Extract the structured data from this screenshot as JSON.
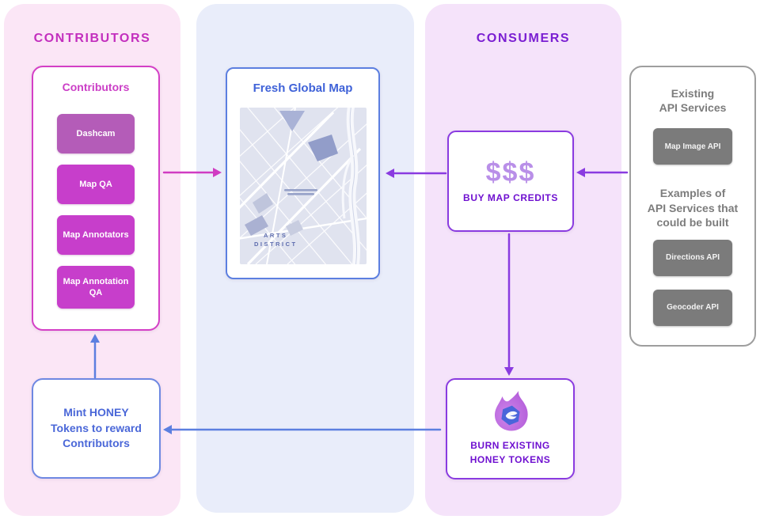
{
  "contributors_panel": {
    "heading": "CONTRIBUTORS",
    "group_box": {
      "title": "Contributors",
      "items": [
        {
          "label": "Dashcam"
        },
        {
          "label": "Map QA"
        },
        {
          "label": "Map Annotators"
        },
        {
          "label": "Map Annotation QA"
        }
      ]
    },
    "mint_box": {
      "label": "Mint HONEY\nTokens to reward\nContributors"
    }
  },
  "map_panel": {
    "box_title": "Fresh Global Map",
    "district_line1": "ARTS",
    "district_line2": "DISTRICT"
  },
  "consumers_panel": {
    "heading": "CONSUMERS",
    "buy_box": {
      "symbol": "$$$",
      "label": "BUY MAP CREDITS"
    },
    "burn_box": {
      "label": "BURN EXISTING\nHONEY TOKENS",
      "icon": "burn-flame-with-honey-token-icon"
    }
  },
  "api_panel": {
    "heading": "Existing\nAPI Services",
    "existing_services": [
      {
        "label": "Map Image API"
      }
    ],
    "subheading": "Examples of\nAPI Services that\ncould be built",
    "future_services": [
      {
        "label": "Directions API"
      },
      {
        "label": "Geocoder API"
      }
    ]
  },
  "arrows": [
    {
      "name": "contributors-to-map",
      "direction": "right",
      "color": "#d03cc2"
    },
    {
      "name": "buy-credits-to-map",
      "direction": "left",
      "color": "#8a3be0"
    },
    {
      "name": "api-services-to-buy-credits",
      "direction": "left",
      "color": "#8a3be0"
    },
    {
      "name": "buy-credits-to-burn-tokens",
      "direction": "down",
      "color": "#8a3be0"
    },
    {
      "name": "burn-tokens-to-mint",
      "direction": "left",
      "color": "#5c7fe0"
    },
    {
      "name": "mint-to-contributors",
      "direction": "up",
      "color": "#5c7fe0"
    }
  ],
  "colors": {
    "panel_pink": "#fbe6f6",
    "panel_blue": "#e9edfa",
    "panel_purple": "#f5e3fa",
    "contributors_heading": "#c32fbe",
    "contributors_border": "#d43fc6",
    "chip_magenta": "#c73ecb",
    "chip_dashcam_muted": "#b45cb8",
    "consumers_heading": "#7a1ed2",
    "purple_border": "#8a3be0",
    "dollars": "#b98fe8",
    "buy_burn_label": "#6f10d0",
    "blue_text": "#4a67d8",
    "blue_border": "#5c7fe0",
    "gray_text": "#7c7c7c",
    "gray_chip": "#7b7b7b",
    "flame": "#b766dd",
    "token_hexagon": "#4a65da"
  }
}
